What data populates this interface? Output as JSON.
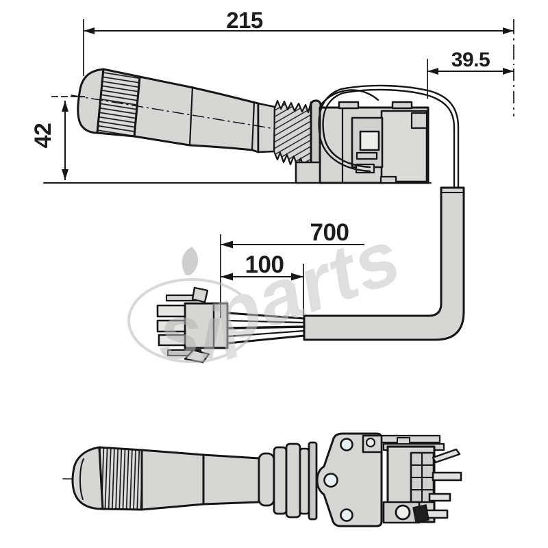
{
  "drawing": {
    "type": "technical-diagram",
    "subject": "steering column stalk switch with harness cable, connector and bottom view",
    "views": {
      "top": "stalk switch side view with mounting body and looped cable",
      "middle": "harness cable with 3-pin connector",
      "bottom": "stalk switch bottom view with mounting plate and terminals"
    },
    "dimensions": {
      "overall_length": {
        "label": "215"
      },
      "offset": {
        "label": "39.5"
      },
      "stalk_height": {
        "label": "42"
      },
      "cable_length": {
        "label": "700"
      },
      "lead_length": {
        "label": "100"
      }
    },
    "watermark": {
      "logo_text": "si",
      "word": "parts"
    },
    "colors": {
      "background": "#ffffff",
      "part_fill": "#d6d6d4",
      "line": "#161616",
      "watermark": "#c3c3c3"
    }
  }
}
